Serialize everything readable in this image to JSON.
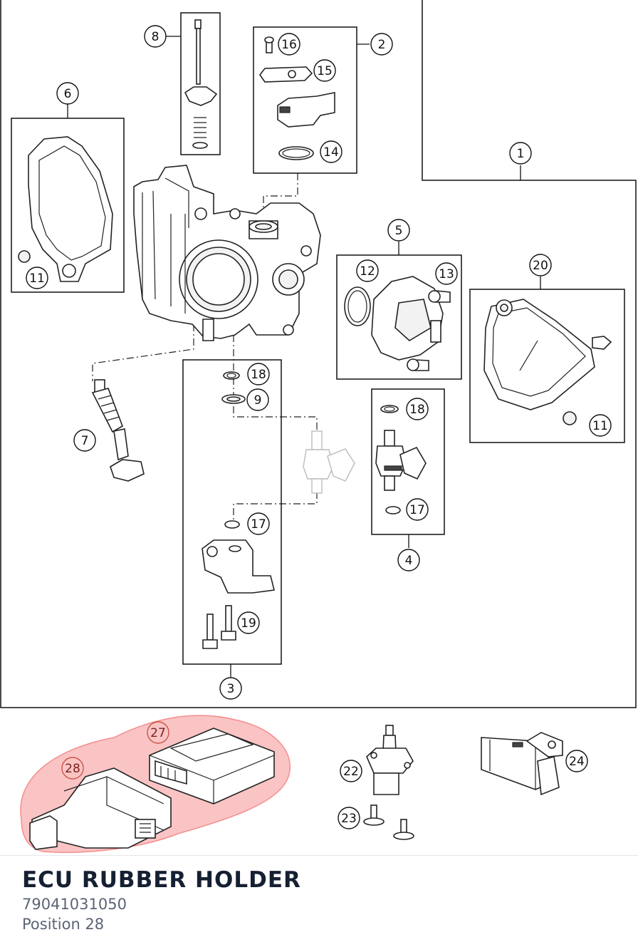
{
  "diagram": {
    "callouts": [
      "1",
      "2",
      "3",
      "4",
      "5",
      "6",
      "7",
      "8",
      "9",
      "11",
      "12",
      "13",
      "14",
      "15",
      "16",
      "17",
      "18",
      "19",
      "20",
      "22",
      "23",
      "24",
      "27",
      "28"
    ],
    "highlight_color": "#f26b6b"
  },
  "part": {
    "title": "ECU RUBBER HOLDER",
    "number": "79041031050",
    "position": "Position 28"
  }
}
